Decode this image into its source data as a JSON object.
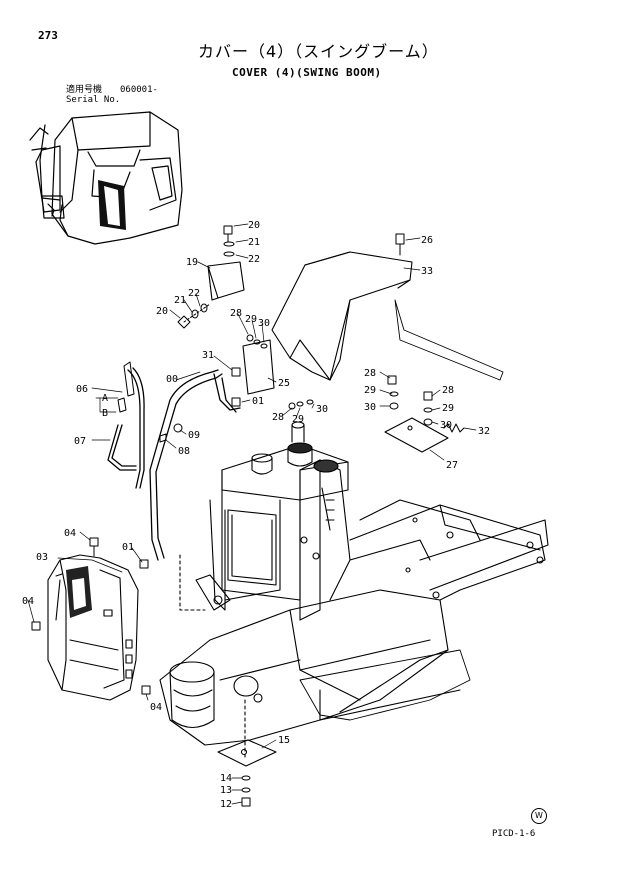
{
  "header": {
    "page_number": "273",
    "title_jp": "カバー（4）（スイングブーム）",
    "title_en": "COVER (4)(SWING BOOM)",
    "serial_label_jp": "適用号機",
    "serial_number": "060001-",
    "serial_label_en": "Serial No."
  },
  "footer": {
    "code": "PICD-1-6",
    "mark": "W"
  },
  "callouts": [
    {
      "id": "c20a",
      "label": "20"
    },
    {
      "id": "c21a",
      "label": "21"
    },
    {
      "id": "c22a",
      "label": "22"
    },
    {
      "id": "c26",
      "label": "26"
    },
    {
      "id": "c19",
      "label": "19"
    },
    {
      "id": "c33",
      "label": "33"
    },
    {
      "id": "c22b",
      "label": "22"
    },
    {
      "id": "c21b",
      "label": "21"
    },
    {
      "id": "c20b",
      "label": "20"
    },
    {
      "id": "c28a",
      "label": "28"
    },
    {
      "id": "c29a",
      "label": "29"
    },
    {
      "id": "c30a",
      "label": "30"
    },
    {
      "id": "c31",
      "label": "31"
    },
    {
      "id": "c00",
      "label": "00"
    },
    {
      "id": "c25",
      "label": "25"
    },
    {
      "id": "c06",
      "label": "06"
    },
    {
      "id": "cA",
      "label": "A"
    },
    {
      "id": "cB",
      "label": "B"
    },
    {
      "id": "c01a",
      "label": "01"
    },
    {
      "id": "c28b",
      "label": "28"
    },
    {
      "id": "c29b",
      "label": "29"
    },
    {
      "id": "c30b",
      "label": "30"
    },
    {
      "id": "c28c",
      "label": "28"
    },
    {
      "id": "c29c",
      "label": "29"
    },
    {
      "id": "c30c",
      "label": "30"
    },
    {
      "id": "c28d",
      "label": "28"
    },
    {
      "id": "c29d",
      "label": "29"
    },
    {
      "id": "c30d",
      "label": "30"
    },
    {
      "id": "c32",
      "label": "32"
    },
    {
      "id": "c09",
      "label": "09"
    },
    {
      "id": "c07",
      "label": "07"
    },
    {
      "id": "c08",
      "label": "08"
    },
    {
      "id": "c27",
      "label": "27"
    },
    {
      "id": "c04a",
      "label": "04"
    },
    {
      "id": "c03",
      "label": "03"
    },
    {
      "id": "c01b",
      "label": "01"
    },
    {
      "id": "c04b",
      "label": "04"
    },
    {
      "id": "c04c",
      "label": "04"
    },
    {
      "id": "c15",
      "label": "15"
    },
    {
      "id": "c14",
      "label": "14"
    },
    {
      "id": "c13",
      "label": "13"
    },
    {
      "id": "c12",
      "label": "12"
    }
  ]
}
